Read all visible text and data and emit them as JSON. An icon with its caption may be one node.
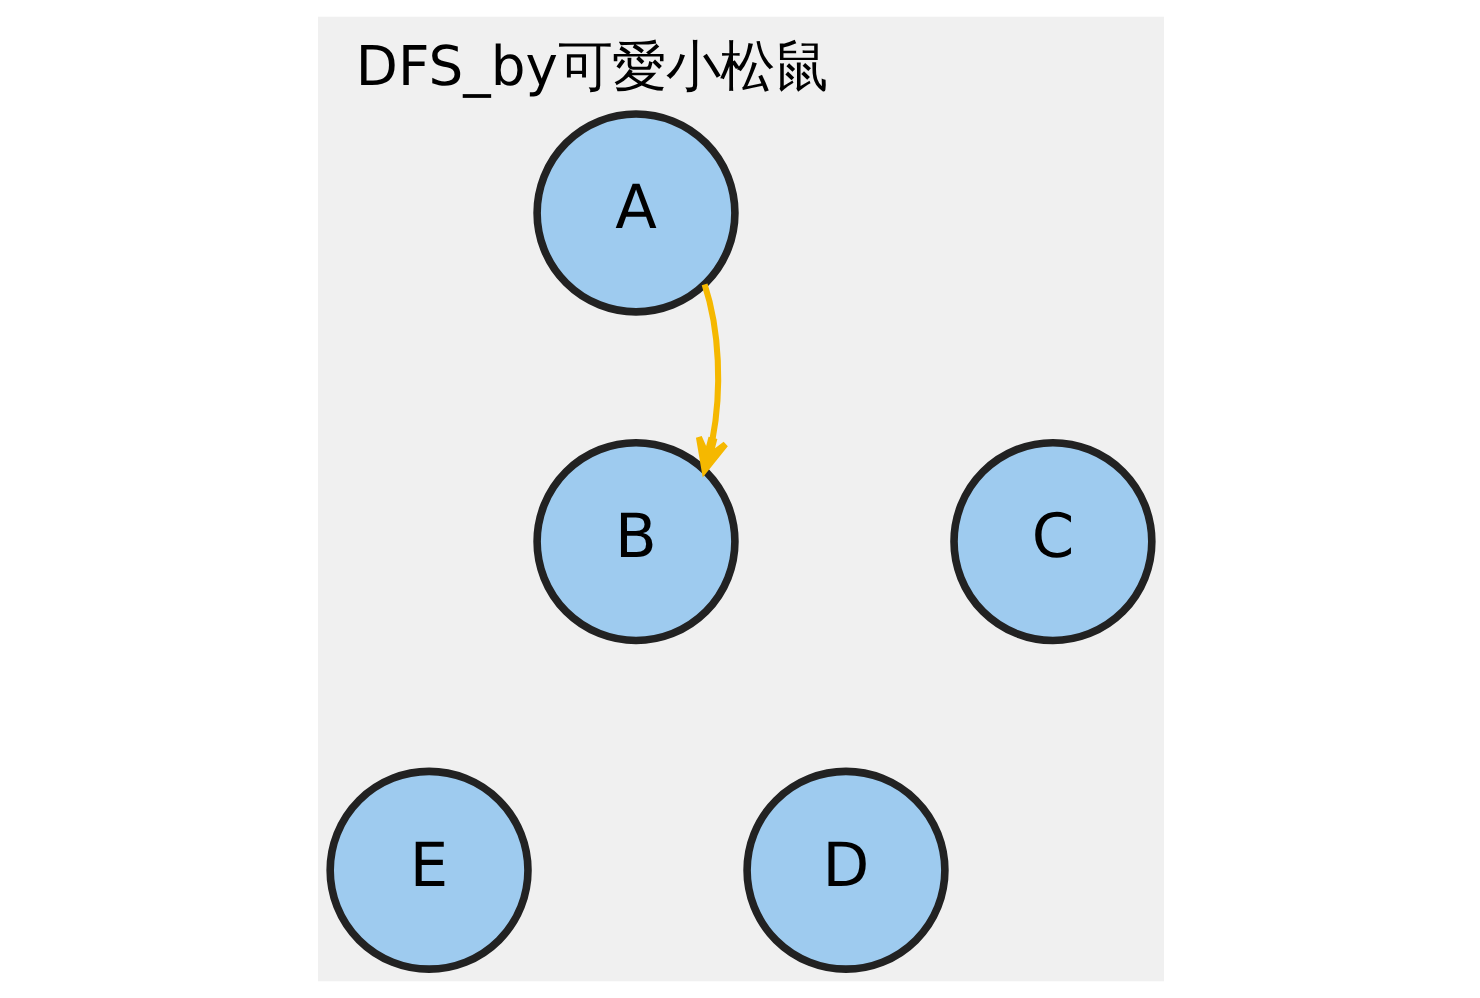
{
  "diagram": {
    "title": "DFS_by可愛小松鼠",
    "nodes": [
      {
        "text": [
          "A"
        ]
      },
      {
        "text": [
          "B"
        ]
      },
      {
        "text": [
          "C"
        ]
      },
      {
        "text": [
          "E"
        ]
      },
      {
        "text": [
          "D"
        ]
      }
    ],
    "edges": [
      {
        "from": 0,
        "to": 1,
        "arrow": "to",
        "color": "#f5b800"
      }
    ]
  }
}
